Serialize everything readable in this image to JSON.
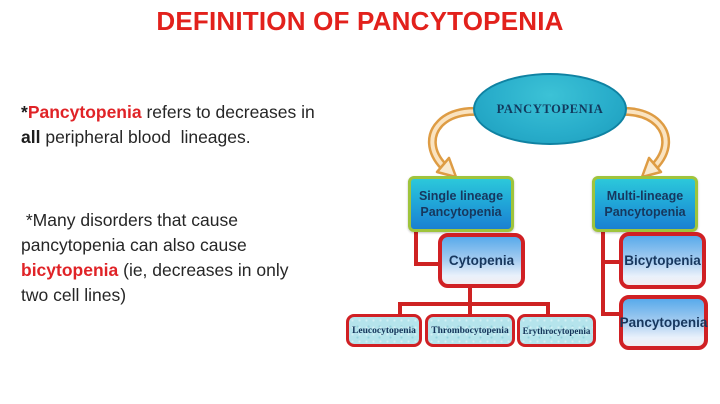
{
  "title": "DEFINITION OF PANCYTOPENIA",
  "left_text": {
    "para1": {
      "star": "*",
      "term": "Pancytopenia",
      "rest1": " refers to decreases in",
      "bold_all": "all",
      "rest2": " peripheral blood  lineages."
    },
    "para2": {
      "line1": " *Many disorders that cause",
      "line2": "pancytopenia can also cause",
      "term": "bicytopenia",
      "rest3": " (ie, decreases in only",
      "line4": "two cell lines)"
    }
  },
  "diagram": {
    "root_label": "PANCYTOPENIA",
    "single_lineage": {
      "line1": "Single lineage",
      "line2": "Pancytopenia"
    },
    "multi_lineage": {
      "line1": "Multi-lineage",
      "line2": "Pancytopenia"
    },
    "cytopenia_label": "Cytopenia",
    "leaves": [
      "Leucocytopenia",
      "Thrombocytopenia",
      "Erythrocytopenia"
    ],
    "right_children": [
      "Bicytopenia",
      "Pancytopenia"
    ]
  },
  "colors": {
    "title_red": "#e2211c",
    "keyword_red": "#e02327",
    "connector_red": "#ce2222",
    "box_border_red": "#d02024",
    "ellipse_teal": "#29aecb",
    "arrow_orange": "#de9c44",
    "green_border": "#9fc43c",
    "navy_text": "#17375e",
    "leaf_fill": "#b5e4ec"
  }
}
